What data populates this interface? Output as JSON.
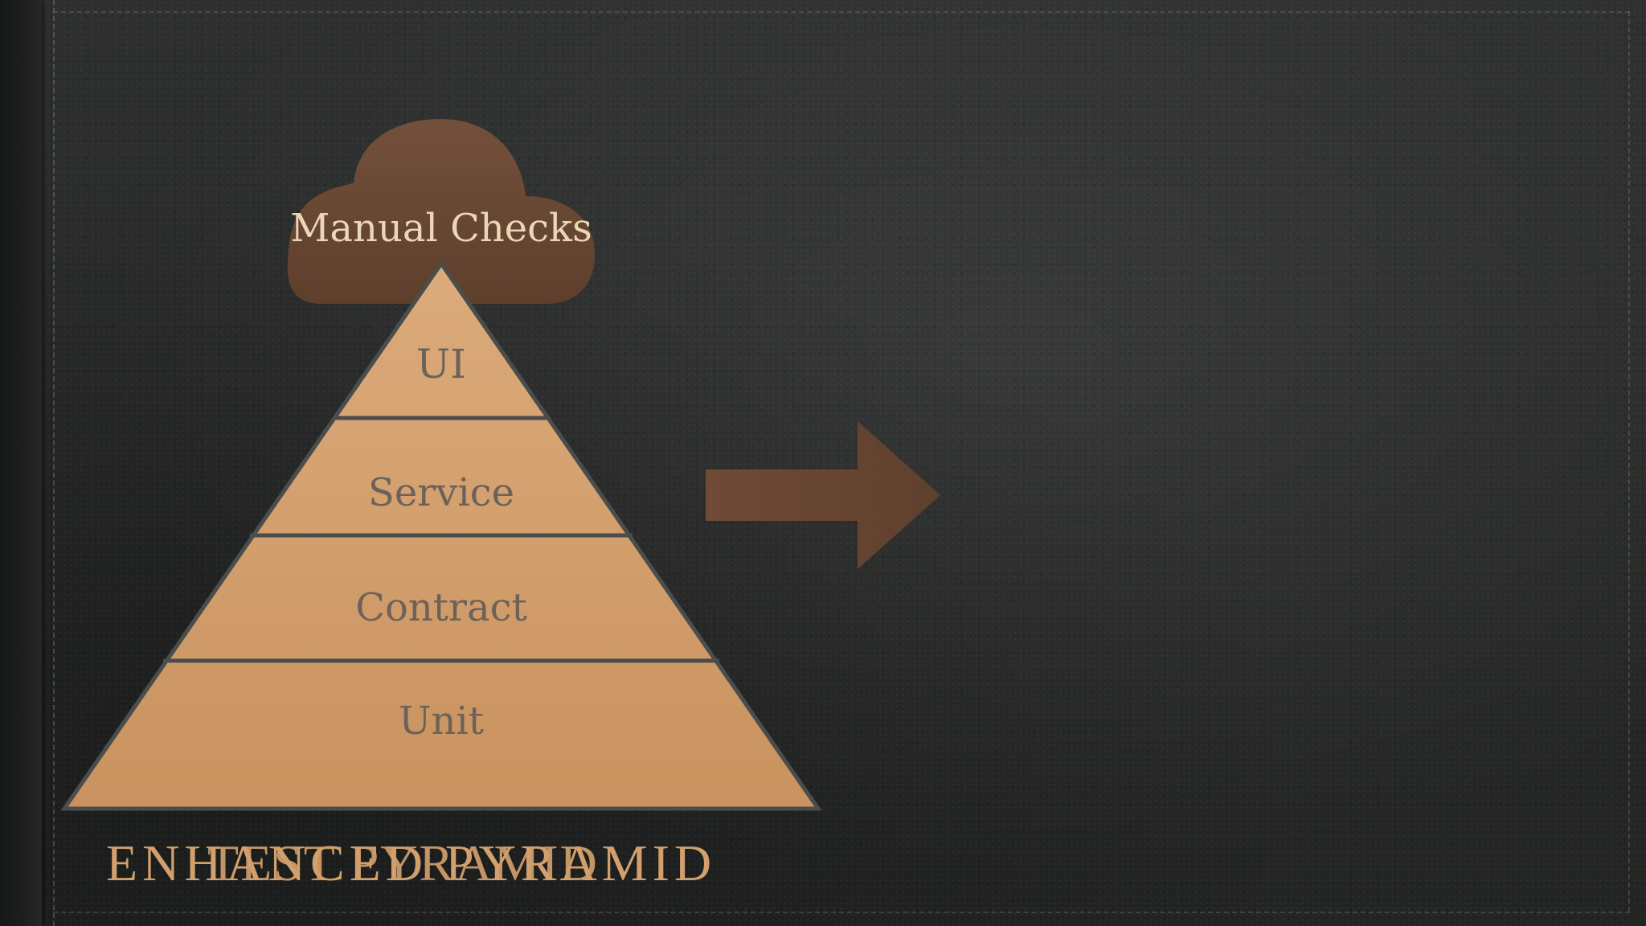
{
  "slide": {
    "cloud_label": "Manual Checks",
    "pyramid_layers": [
      {
        "label": "UI"
      },
      {
        "label": "Service"
      },
      {
        "label": "Contract"
      },
      {
        "label": "Unit"
      }
    ],
    "title_layers": [
      "ENHANCED PYRAMID",
      "TEST PYRAMID"
    ]
  },
  "colors": {
    "pyramid_fill": "#d49e6b",
    "pyramid_label": "#6c625a",
    "cloud_fill": "#6b4833",
    "cloud_label": "#ecd6b8",
    "arrow_fill": "#6a4733",
    "divider": "#4a4d4c",
    "title": "#d2a06d"
  }
}
